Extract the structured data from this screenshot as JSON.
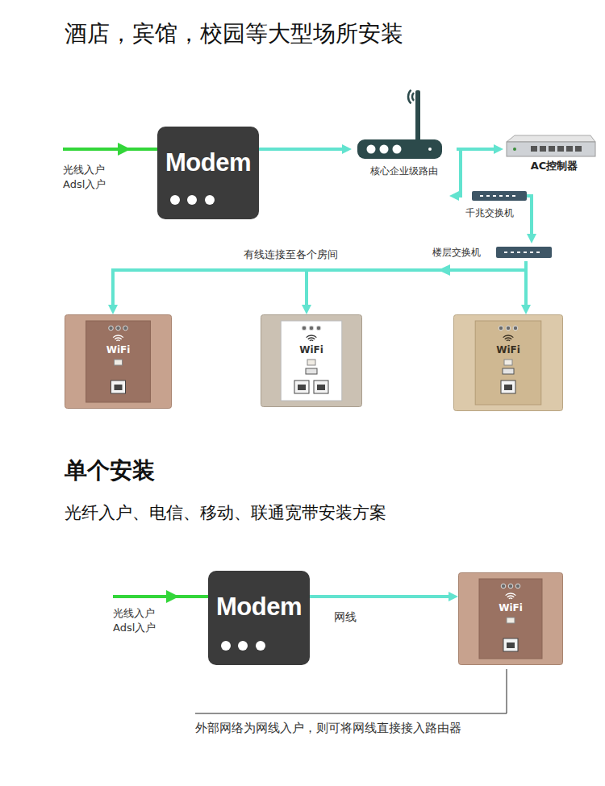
{
  "diagram": {
    "title": "酒店，宾馆，校园等大型场所安装",
    "nodes": [
      {
        "text": [
          "Modem"
        ]
      },
      {
        "text": [
          "核心企业级路由"
        ]
      },
      {
        "text": [
          "AC控制器"
        ]
      },
      {
        "text": [
          "千兆交换机"
        ]
      },
      {
        "text": [
          "楼层交换机"
        ]
      },
      {
        "text": [
          "WiFi"
        ]
      },
      {
        "text": [
          "WiFi"
        ]
      },
      {
        "text": [
          "WiFi"
        ]
      },
      {
        "text": [
          "Modem"
        ]
      },
      {
        "text": [
          "WiFi"
        ]
      }
    ],
    "edges": [
      {
        "from": 0,
        "to": 1,
        "arrow": "to"
      },
      {
        "from": 1,
        "to": 2,
        "arrow": "to"
      },
      {
        "from": 1,
        "to": 3,
        "arrow": "to"
      },
      {
        "from": 3,
        "to": 4,
        "arrow": "to"
      },
      {
        "from": 4,
        "to": 5,
        "arrow": "to"
      },
      {
        "from": 4,
        "to": 6,
        "arrow": "to",
        "label": "有线连接至各个房间"
      },
      {
        "from": 4,
        "to": 7,
        "arrow": "to"
      },
      {
        "from": 8,
        "to": 9,
        "arrow": "to",
        "label": "网线"
      }
    ],
    "labels": [
      "光线入户 Adsl入户",
      "单个安装",
      "光纤入户、电信、移动、联通宽带安装方案",
      "光线入户 Adsl入户",
      "外部网络为网线入户，则可将网线直接接入路由器"
    ]
  }
}
